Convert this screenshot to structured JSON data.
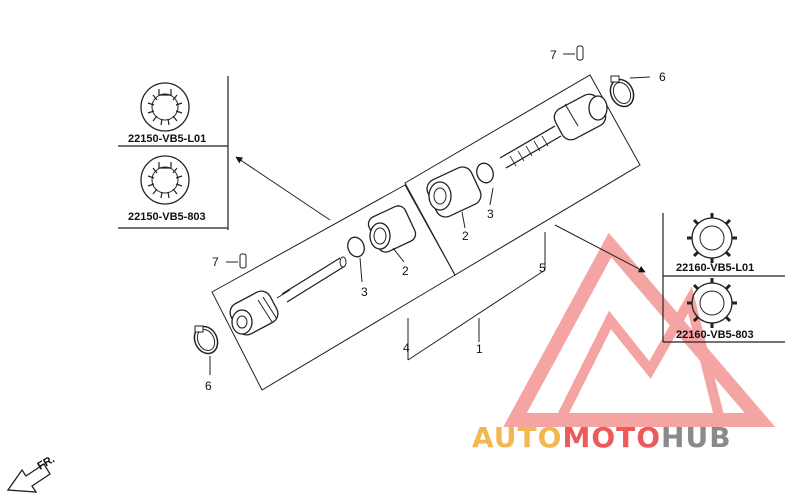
{
  "callouts": {
    "c1": "1",
    "c2a": "2",
    "c2b": "2",
    "c3a": "3",
    "c3b": "3",
    "c4": "4",
    "c5": "5",
    "c6a": "6",
    "c6b": "6",
    "c7a": "7",
    "c7b": "7"
  },
  "legend_left": {
    "top_part": "22150-VB5-L01",
    "bottom_part": "22150-VB5-803"
  },
  "legend_right": {
    "top_part": "22160-VB5-L01",
    "bottom_part": "22160-VB5-803"
  },
  "direction_label": "FR.",
  "watermark": {
    "part1": "AUTO",
    "part2": "MOTO",
    "part3": "HUB",
    "color_gold": "#f2b84f",
    "color_red": "#ee5a5a",
    "color_gray": "#8a8a8a"
  }
}
